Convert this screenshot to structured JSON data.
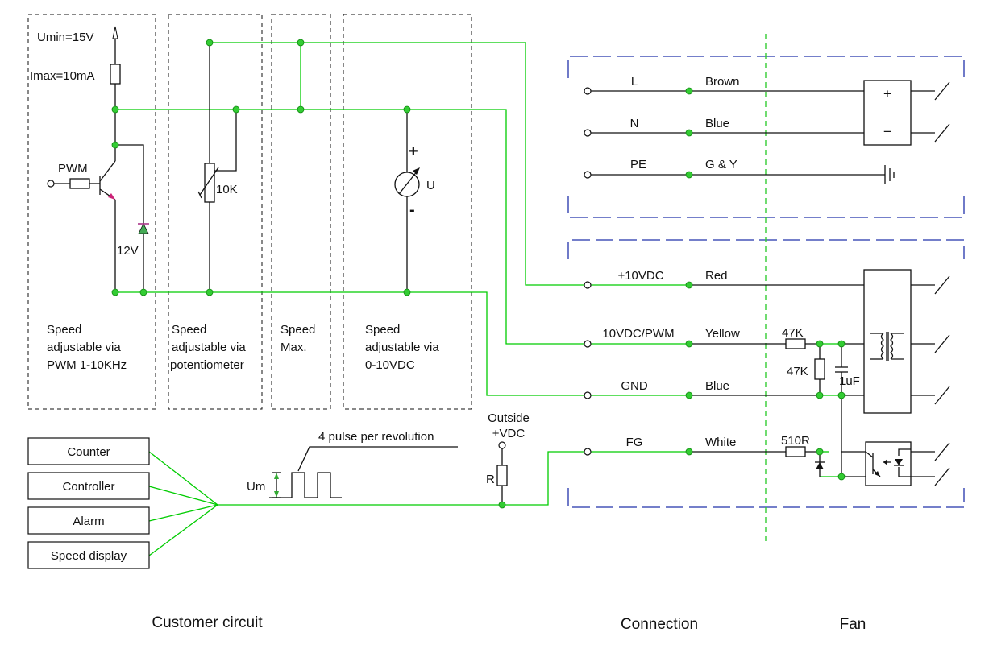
{
  "customer": {
    "umin": "Umin=15V",
    "imax": "Imax=10mA",
    "pwm": "PWM",
    "zener": "12V",
    "pot": "10K",
    "meter": "U",
    "plus": "+",
    "minus": "-",
    "sections": [
      [
        "Speed",
        "adjustable via",
        "PWM 1-10KHz"
      ],
      [
        "Speed",
        "adjustable via",
        "potentiometer"
      ],
      [
        "Speed",
        "Max."
      ],
      [
        "Speed",
        "adjustable via",
        "0-10VDC"
      ]
    ]
  },
  "devices": [
    "Counter",
    "Controller",
    "Alarm",
    "Speed display"
  ],
  "pulse": {
    "label": "4 pulse per revolution",
    "um": "Um"
  },
  "outside": {
    "line1": "Outside",
    "line2": "+VDC",
    "r": "R"
  },
  "connections": [
    {
      "signal": "L",
      "wire": "Brown"
    },
    {
      "signal": "N",
      "wire": "Blue"
    },
    {
      "signal": "PE",
      "wire": "G & Y"
    },
    {
      "signal": "+10VDC",
      "wire": "Red"
    },
    {
      "signal": "10VDC/PWM",
      "wire": "Yellow"
    },
    {
      "signal": "GND",
      "wire": "Blue"
    },
    {
      "signal": "FG",
      "wire": "White"
    }
  ],
  "fan": {
    "r47a": "47K",
    "r47b": "47K",
    "cap": "1uF",
    "r510": "510R",
    "plus": "+",
    "minus": "−"
  },
  "footer": {
    "customer": "Customer circuit",
    "connection": "Connection",
    "fan": "Fan"
  }
}
